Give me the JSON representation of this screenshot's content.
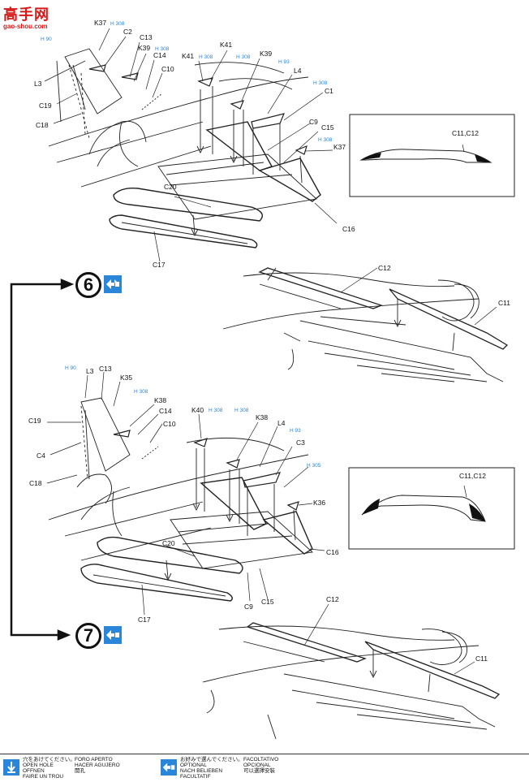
{
  "watermark": {
    "site_name": "高手网",
    "site_url": "gao-shou.com",
    "brand_color": "#d61a1a"
  },
  "steps": {
    "step6": "6",
    "step7": "7"
  },
  "colors": {
    "ink": "#111111",
    "ref_blue": "#2a86d8",
    "icon_blue": "#2a86d8"
  },
  "top_view": {
    "part_labels": [
      "K37",
      "C2",
      "C13",
      "K39",
      "C14",
      "C10",
      "K41",
      "K41",
      "K39",
      "L4",
      "C1",
      "C9",
      "C15",
      "K37",
      "C16",
      "C20",
      "C17",
      "L3",
      "C19",
      "C18"
    ],
    "ref_labels": [
      "H 90",
      "H 308",
      "H 308",
      "H 308",
      "H 308",
      "H 93",
      "H 308",
      "H 308"
    ]
  },
  "top_detail": {
    "label": "C11,C12"
  },
  "mid_view": {
    "part_labels": [
      "C12",
      "C11"
    ]
  },
  "bottom_view": {
    "part_labels": [
      "L3",
      "C13",
      "K35",
      "K38",
      "C14",
      "C19",
      "C4",
      "C10",
      "C18",
      "K40",
      "K38",
      "L4",
      "C3",
      "K36",
      "C16",
      "C20",
      "C17",
      "C9",
      "C15"
    ],
    "ref_labels": [
      "H 90",
      "H 308",
      "H 308",
      "H 308",
      "H 93",
      "H 305"
    ]
  },
  "bottom_detail": {
    "label": "C11,C12"
  },
  "lower_view": {
    "part_labels": [
      "C12",
      "C11"
    ]
  },
  "footer": {
    "hole_lines": [
      "穴をあけてください。",
      "OPEN HOLE",
      "OFFNEN",
      "FAIRE UN TROU"
    ],
    "hole_lines_2": [
      "FORO APERTO",
      "HACER AGUJERO",
      "開孔"
    ],
    "option_lines": [
      "お好みで選んでください。",
      "OPTIONAL",
      "NACH BELIEBEN",
      "FACULTATIF"
    ],
    "option_lines_2": [
      "FACOLTATIVO",
      "OPCIONAL",
      "可以選擇安裝"
    ]
  }
}
